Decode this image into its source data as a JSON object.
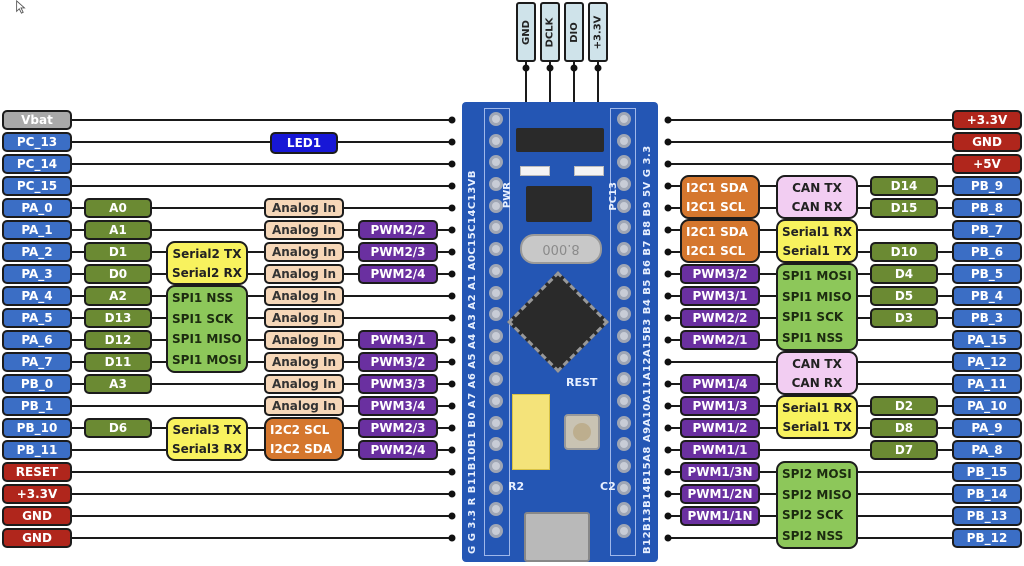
{
  "header_pins": [
    "GND",
    "DCLK",
    "DIO",
    "+3.3V"
  ],
  "left_pins": [
    {
      "label": "Vbat",
      "color": "gray"
    },
    {
      "label": "PC_13",
      "color": "blue"
    },
    {
      "label": "PC_14",
      "color": "blue"
    },
    {
      "label": "PC_15",
      "color": "blue"
    },
    {
      "label": "PA_0",
      "color": "blue"
    },
    {
      "label": "PA_1",
      "color": "blue"
    },
    {
      "label": "PA_2",
      "color": "blue"
    },
    {
      "label": "PA_3",
      "color": "blue"
    },
    {
      "label": "PA_4",
      "color": "blue"
    },
    {
      "label": "PA_5",
      "color": "blue"
    },
    {
      "label": "PA_6",
      "color": "blue"
    },
    {
      "label": "PA_7",
      "color": "blue"
    },
    {
      "label": "PB_0",
      "color": "blue"
    },
    {
      "label": "PB_1",
      "color": "blue"
    },
    {
      "label": "PB_10",
      "color": "blue"
    },
    {
      "label": "PB_11",
      "color": "blue"
    },
    {
      "label": "RESET",
      "color": "red"
    },
    {
      "label": "+3.3V",
      "color": "red"
    },
    {
      "label": "GND",
      "color": "red"
    },
    {
      "label": "GND",
      "color": "red"
    }
  ],
  "right_pins": [
    {
      "label": "+3.3V",
      "color": "red"
    },
    {
      "label": "GND",
      "color": "red"
    },
    {
      "label": "+5V",
      "color": "red"
    },
    {
      "label": "PB_9",
      "color": "blue"
    },
    {
      "label": "PB_8",
      "color": "blue"
    },
    {
      "label": "PB_7",
      "color": "blue"
    },
    {
      "label": "PB_6",
      "color": "blue"
    },
    {
      "label": "PB_5",
      "color": "blue"
    },
    {
      "label": "PB_4",
      "color": "blue"
    },
    {
      "label": "PB_3",
      "color": "blue"
    },
    {
      "label": "PA_15",
      "color": "blue"
    },
    {
      "label": "PA_12",
      "color": "blue"
    },
    {
      "label": "PA_11",
      "color": "blue"
    },
    {
      "label": "PA_10",
      "color": "blue"
    },
    {
      "label": "PA_9",
      "color": "blue"
    },
    {
      "label": "PA_8",
      "color": "blue"
    },
    {
      "label": "PB_15",
      "color": "blue"
    },
    {
      "label": "PB_14",
      "color": "blue"
    },
    {
      "label": "PB_13",
      "color": "blue"
    },
    {
      "label": "PB_12",
      "color": "blue"
    }
  ],
  "led_label": "LED1",
  "left_arduino": [
    {
      "row": 4,
      "label": "A0"
    },
    {
      "row": 5,
      "label": "A1"
    },
    {
      "row": 6,
      "label": "D1"
    },
    {
      "row": 7,
      "label": "D0"
    },
    {
      "row": 8,
      "label": "A2"
    },
    {
      "row": 9,
      "label": "D13"
    },
    {
      "row": 10,
      "label": "D12"
    },
    {
      "row": 11,
      "label": "D11"
    },
    {
      "row": 12,
      "label": "A3"
    },
    {
      "row": 14,
      "label": "D6"
    }
  ],
  "left_groups": [
    {
      "rows": [
        6,
        7
      ],
      "color": "yellow",
      "lines": [
        "Serial2 TX",
        "Serial2 RX"
      ]
    },
    {
      "rows": [
        8,
        11
      ],
      "color": "green",
      "lines": [
        "SPI1 NSS",
        "SPI1 SCK",
        "SPI1 MISO",
        "SPI1 MOSI"
      ]
    },
    {
      "rows": [
        14,
        15
      ],
      "color": "yellow",
      "lines": [
        "Serial3 TX",
        "Serial3 RX"
      ]
    }
  ],
  "analog": {
    "label": "Analog In",
    "rows": [
      4,
      5,
      6,
      7,
      8,
      9,
      10,
      11,
      12,
      13
    ]
  },
  "i2c2": {
    "rows": [
      14,
      15
    ],
    "lines": [
      "I2C2   SCL",
      "I2C2   SDA"
    ]
  },
  "left_pwm": [
    {
      "row": 5,
      "label": "PWM2/2"
    },
    {
      "row": 6,
      "label": "PWM2/3"
    },
    {
      "row": 7,
      "label": "PWM2/4"
    },
    {
      "row": 10,
      "label": "PWM3/1"
    },
    {
      "row": 11,
      "label": "PWM3/2"
    },
    {
      "row": 12,
      "label": "PWM3/3"
    },
    {
      "row": 13,
      "label": "PWM3/4"
    },
    {
      "row": 14,
      "label": "PWM2/3"
    },
    {
      "row": 15,
      "label": "PWM2/4"
    }
  ],
  "right_i2c1": [
    {
      "rows": [
        3,
        4
      ],
      "lines": [
        "I2C1   SDA",
        "I2C1   SCL"
      ]
    },
    {
      "rows": [
        5,
        6
      ],
      "lines": [
        "I2C1   SDA",
        "I2C1   SCL"
      ]
    }
  ],
  "right_pwm": [
    {
      "row": 7,
      "label": "PWM3/2"
    },
    {
      "row": 8,
      "label": "PWM3/1"
    },
    {
      "row": 9,
      "label": "PWM2/2"
    },
    {
      "row": 10,
      "label": "PWM2/1"
    },
    {
      "row": 12,
      "label": "PWM1/4"
    },
    {
      "row": 13,
      "label": "PWM1/3"
    },
    {
      "row": 14,
      "label": "PWM1/2"
    },
    {
      "row": 15,
      "label": "PWM1/1"
    },
    {
      "row": 16,
      "label": "PWM1/3N"
    },
    {
      "row": 17,
      "label": "PWM1/2N"
    },
    {
      "row": 18,
      "label": "PWM1/1N"
    }
  ],
  "right_groups": [
    {
      "rows": [
        3,
        4
      ],
      "color": "pink",
      "lines": [
        "CAN TX",
        "CAN RX"
      ]
    },
    {
      "rows": [
        5,
        6
      ],
      "color": "yellow",
      "lines": [
        "Serial1 RX",
        "Serial1 TX"
      ]
    },
    {
      "rows": [
        7,
        10
      ],
      "color": "green",
      "lines": [
        "SPI1 MOSI",
        "SPI1 MISO",
        "SPI1 SCK",
        "SPI1 NSS"
      ]
    },
    {
      "rows": [
        11,
        12
      ],
      "color": "pink",
      "lines": [
        "CAN TX",
        "CAN RX"
      ]
    },
    {
      "rows": [
        13,
        14
      ],
      "color": "yellow",
      "lines": [
        "Serial1 RX",
        "Serial1 TX"
      ]
    },
    {
      "rows": [
        16,
        19
      ],
      "color": "green",
      "lines": [
        "SPI2 MOSI",
        "SPI2 MISO",
        "SPI2 SCK",
        "SPI2 NSS"
      ]
    }
  ],
  "right_arduino": [
    {
      "row": 3,
      "label": "D14"
    },
    {
      "row": 4,
      "label": "D15"
    },
    {
      "row": 6,
      "label": "D10"
    },
    {
      "row": 7,
      "label": "D4"
    },
    {
      "row": 8,
      "label": "D5"
    },
    {
      "row": 9,
      "label": "D3"
    },
    {
      "row": 13,
      "label": "D2"
    },
    {
      "row": 14,
      "label": "D8"
    },
    {
      "row": 15,
      "label": "D7"
    }
  ],
  "board": {
    "left_silk": "G G 3.3 R B11B10B1 B0 A7 A6 A5 A4 A3 A2 A1 A0C15C14C13VB",
    "right_silk": "B12B13B14B15A8 A9A10A11A12A15B3 B4 B5 B6 B7 B8 B9 5V G 3.3",
    "pwr_label": "PWR",
    "pc13_label": "PC13",
    "crystal_label": "8.000",
    "reset_label": "REST",
    "r2_label": "R2",
    "c2_label": "C2"
  }
}
